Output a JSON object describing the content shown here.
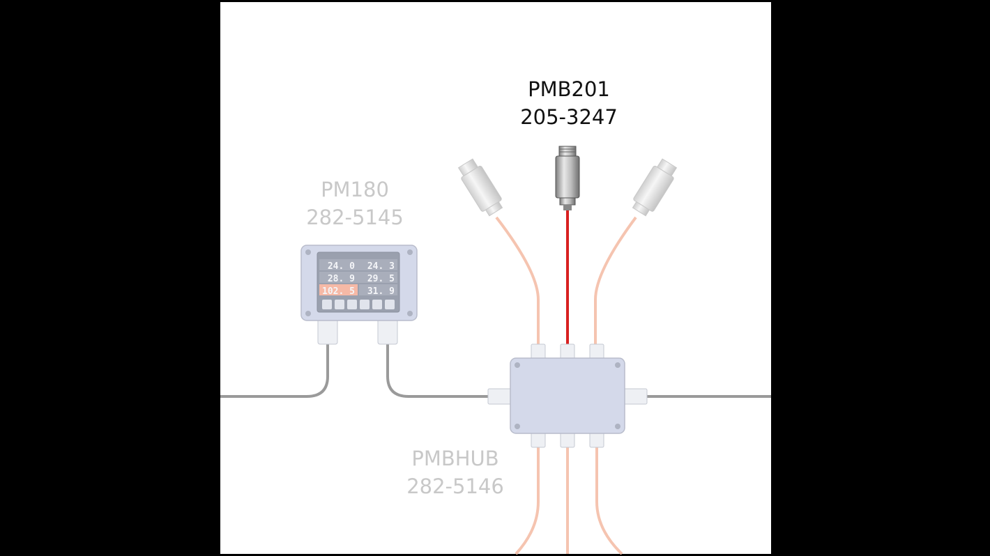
{
  "diagram": {
    "labels": {
      "sensor_main": {
        "model": "PMB201",
        "part": "205-3247"
      },
      "display_unit": {
        "model": "PM180",
        "part": "282-5145"
      },
      "hub": {
        "model": "PMBHUB",
        "part": "282-5146"
      }
    },
    "screen": {
      "readings": [
        "24. 0",
        "24. 3",
        "28. 9",
        "29. 5",
        "102. 5",
        "31. 9"
      ],
      "alarm_reading_index": 4
    },
    "colors": {
      "active_cable": "#d82020",
      "faded_cable": "#f5c4b0",
      "grey_cable": "#9a9a9a",
      "faded_text": "#c8c8c8",
      "active_text": "#111111",
      "enclosure": "#d4d9ea",
      "screen_bg": "#9aa0ae",
      "alarm_cell": "#f6b9a6"
    }
  }
}
